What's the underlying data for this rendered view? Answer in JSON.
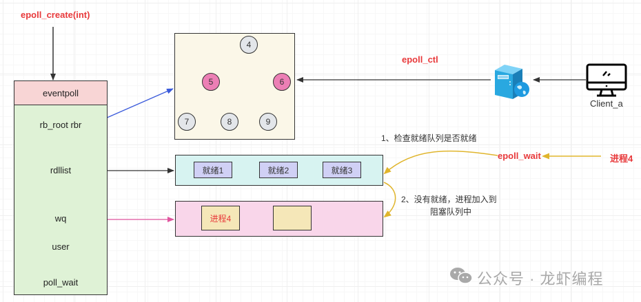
{
  "labels": {
    "epoll_create": "epoll_create(int)",
    "epoll_ctl": "epoll_ctl",
    "epoll_wait": "epoll_wait",
    "process_caller": "进程4",
    "client": "Client_a",
    "step1": "1、检查就绪队列是否就绪",
    "step2_line1": "2、没有就绪，进程加入到",
    "step2_line2": "阻塞队列中"
  },
  "eventpoll": {
    "title": "eventpoll",
    "fields": [
      "rb_root  rbr",
      "rdllist",
      "wq",
      "user",
      "poll_wait"
    ]
  },
  "rbtree": {
    "nodes": [
      {
        "value": "4",
        "color": "grey"
      },
      {
        "value": "5",
        "color": "pink"
      },
      {
        "value": "6",
        "color": "pink"
      },
      {
        "value": "7",
        "color": "grey"
      },
      {
        "value": "8",
        "color": "grey"
      },
      {
        "value": "9",
        "color": "grey"
      }
    ]
  },
  "ready_list": {
    "items": [
      "就绪1",
      "就绪2",
      "就绪3"
    ]
  },
  "wait_queue": {
    "items": [
      "进程4",
      ""
    ]
  },
  "icons": {
    "server": "server-globe-icon",
    "client": "desktop-monitor-icon",
    "watermark": "wechat-icon"
  },
  "watermark": {
    "text": "公众号 · 龙虾编程"
  },
  "colors": {
    "red_label": "#e8393b",
    "rbr_arrow": "#3b5bdb",
    "wq_arrow": "#e0559f",
    "wait_arrow": "#e0b52c",
    "pink_node": "#ec7fb5",
    "grey_node": "#e3e6ea"
  }
}
